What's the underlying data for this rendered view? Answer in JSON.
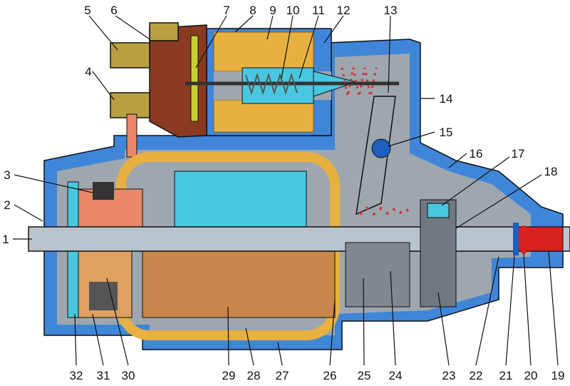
{
  "diagram": {
    "title": "",
    "labels": [
      "1",
      "2",
      "3",
      "4",
      "5",
      "6",
      "7",
      "8",
      "9",
      "10",
      "11",
      "12",
      "13",
      "14",
      "15",
      "16",
      "17",
      "18",
      "19",
      "20",
      "21",
      "22",
      "23",
      "24",
      "25",
      "26",
      "27",
      "28",
      "29",
      "30",
      "31",
      "32"
    ],
    "colors": {
      "housing": "#3f86d8",
      "interior": "#9ea6ae",
      "copper": "#c9864a",
      "winding": "#e8b040",
      "commutator": "#48c8e0",
      "brush": "#e88868",
      "solenoid_cap": "#8a3a20",
      "spring": "#d83030",
      "shaft": "#b8c4cc"
    }
  }
}
